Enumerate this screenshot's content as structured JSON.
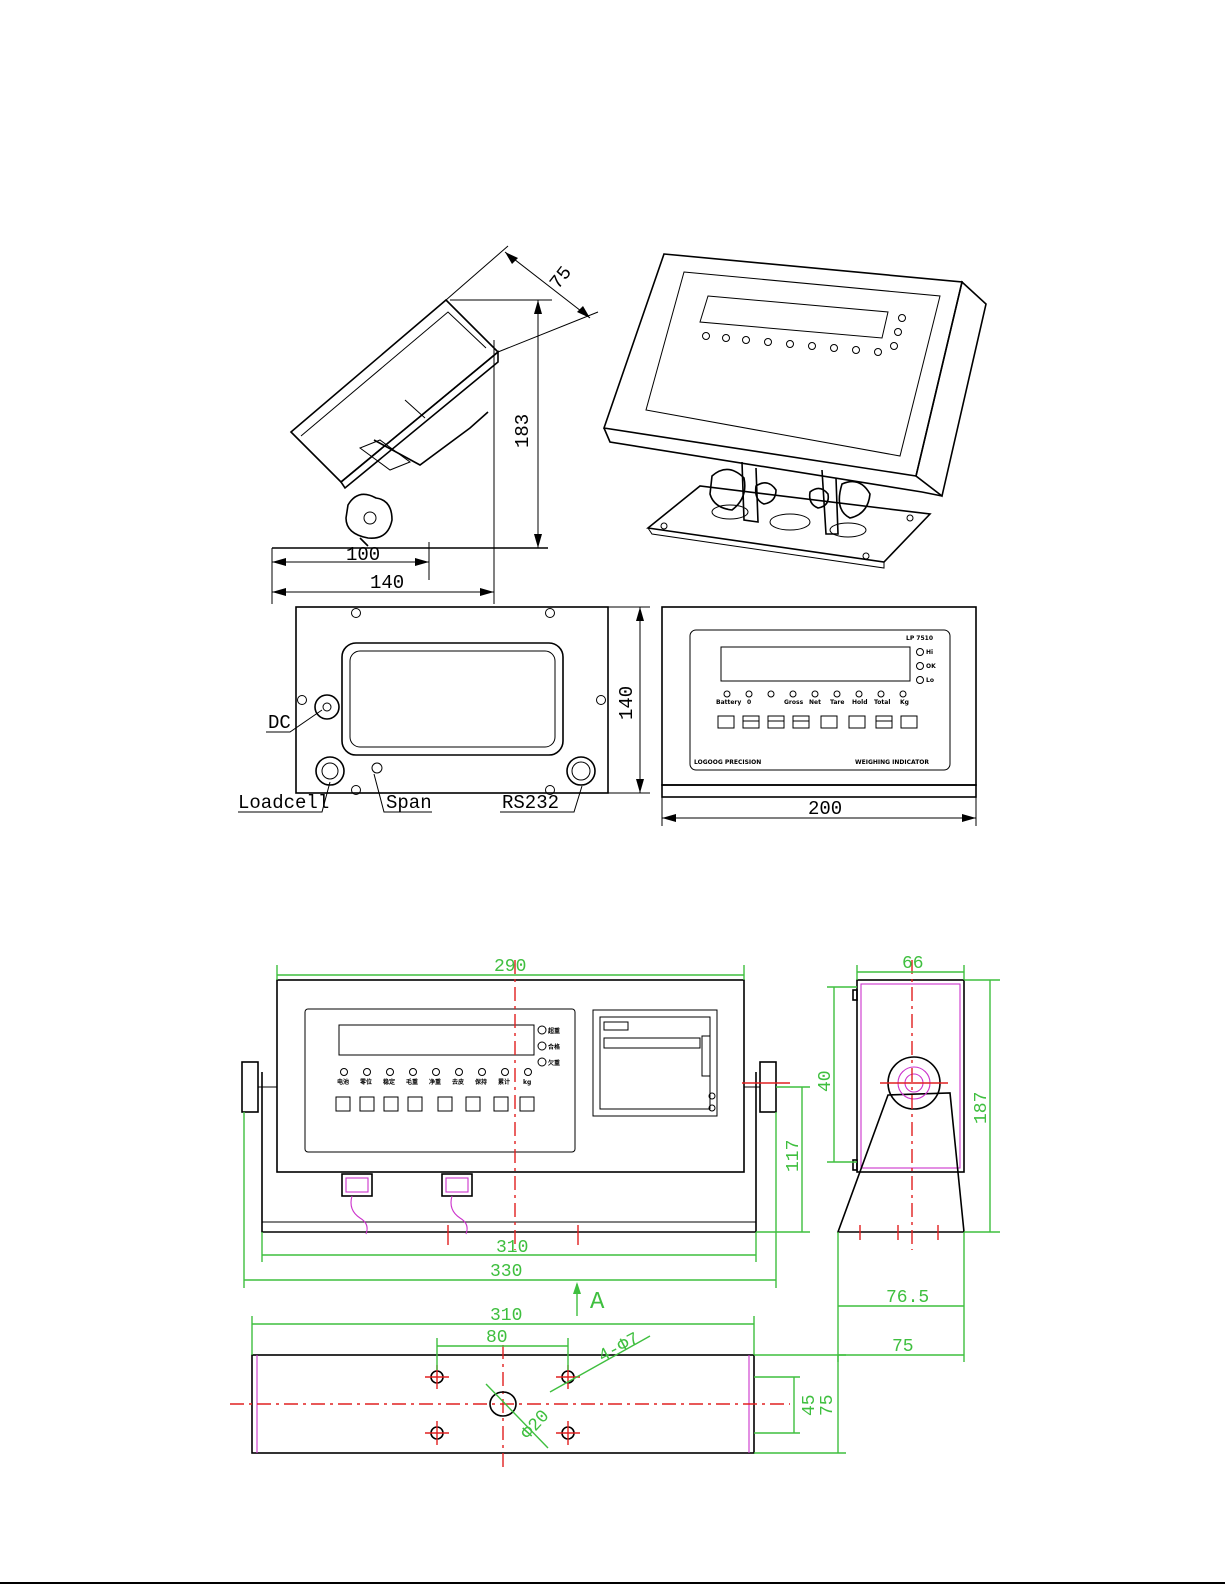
{
  "views": {
    "side": {
      "d_face": "75",
      "d_height": "183",
      "d_base_inner": "100",
      "d_base_outer": "140"
    },
    "rear": {
      "d_height": "140",
      "lbl_dc": "DC",
      "lbl_loadcell": "Loadcell",
      "lbl_span": "Span",
      "lbl_rs232": "RS232"
    },
    "front": {
      "d_width": "200",
      "model": "LP 7510",
      "leds_right": [
        "Hi",
        "OK",
        "Lo"
      ],
      "indicators": [
        "Battery",
        "0",
        "",
        "Gross",
        "Net",
        "Tare",
        "Hold",
        "Total",
        "Kg"
      ],
      "brand_left": "LOGOOG PRECISION",
      "brand_right": "WEIGHING INDICATOR"
    },
    "printer_front": {
      "d_290": "290",
      "d_310": "310",
      "d_330": "330",
      "d_117": "117",
      "d_40": "40",
      "leds_right": [
        "超重",
        "合格",
        "欠重"
      ],
      "indicators": [
        "电池",
        "零位",
        "稳定",
        "毛重",
        "净重",
        "去皮",
        "保持",
        "累计",
        "kg"
      ],
      "arrow_label": "A"
    },
    "printer_side": {
      "d_66": "66",
      "d_187": "187",
      "d_765": "76.5",
      "d_75": "75"
    },
    "base": {
      "d_310": "310",
      "d_80": "80",
      "d_holes": "4-Φ7",
      "d_center": "Φ20",
      "d_45": "45",
      "d_75": "75"
    }
  },
  "colors": {
    "outline": "#000000",
    "dimension": "#3fbf3f",
    "centerline": "#e02020",
    "hidden": "#cc33cc"
  }
}
